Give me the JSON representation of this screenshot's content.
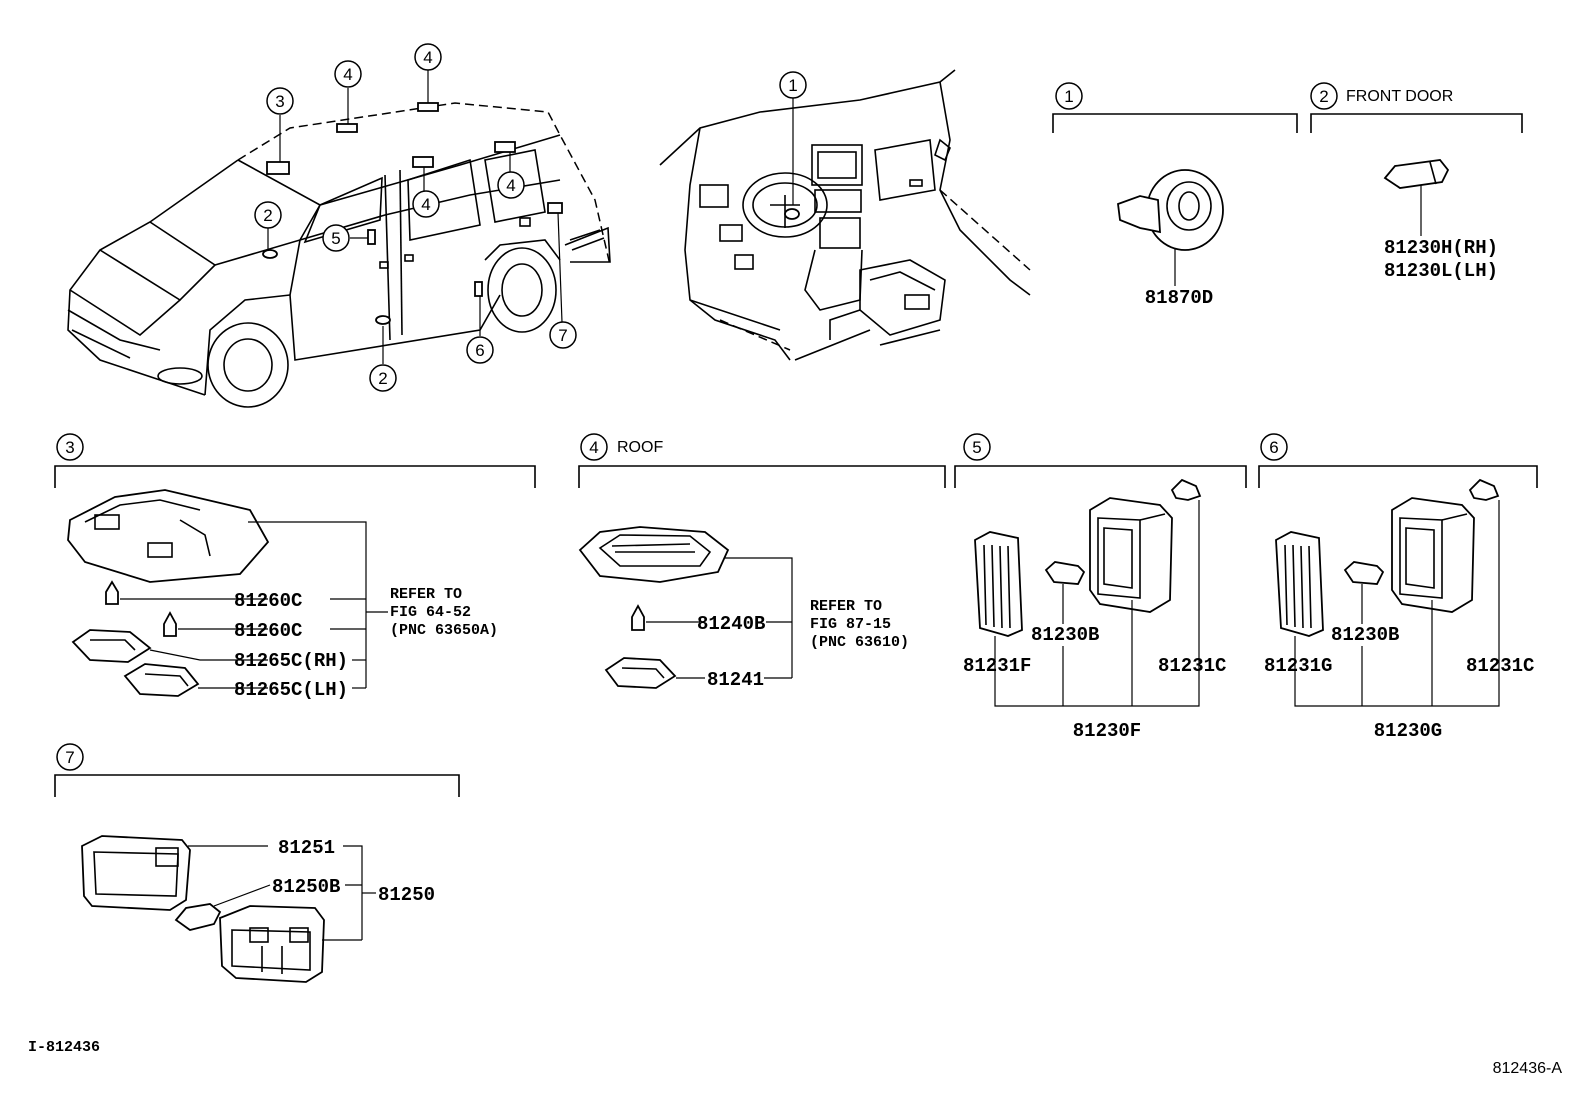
{
  "callouts": {
    "c1": "1",
    "c2": "2",
    "c3": "3",
    "c4": "4",
    "c5": "5",
    "c6": "6",
    "c7": "7"
  },
  "sections": {
    "s1": {
      "num": "1",
      "label": ""
    },
    "s2": {
      "num": "2",
      "label": "FRONT DOOR"
    },
    "s3": {
      "num": "3",
      "label": ""
    },
    "s4": {
      "num": "4",
      "label": "ROOF"
    },
    "s5": {
      "num": "5",
      "label": ""
    },
    "s6": {
      "num": "6",
      "label": ""
    },
    "s7": {
      "num": "7",
      "label": ""
    }
  },
  "parts": {
    "p81870D": "81870D",
    "p81230H": "81230H(RH)",
    "p81230L": "81230L(LH)",
    "p81260C_a": "81260C",
    "p81260C_b": "81260C",
    "p81265C_rh": "81265C(RH)",
    "p81265C_lh": "81265C(LH)",
    "p81240B": "81240B",
    "p81241": "81241",
    "p81230B_5": "81230B",
    "p81231F": "81231F",
    "p81231C_5": "81231C",
    "p81230F": "81230F",
    "p81230B_6": "81230B",
    "p81231G": "81231G",
    "p81231C_6": "81231C",
    "p81230G": "81230G",
    "p81251": "81251",
    "p81250B": "81250B",
    "p81250": "81250"
  },
  "notes": {
    "n3_l1": "REFER TO",
    "n3_l2": "FIG 64-52",
    "n3_l3": "(PNC 63650A)",
    "n4_l1": "REFER TO",
    "n4_l2": "FIG 87-15",
    "n4_l3": "(PNC 63610)"
  },
  "footer": {
    "left_id": "I-812436",
    "right_id": "812436-A"
  }
}
